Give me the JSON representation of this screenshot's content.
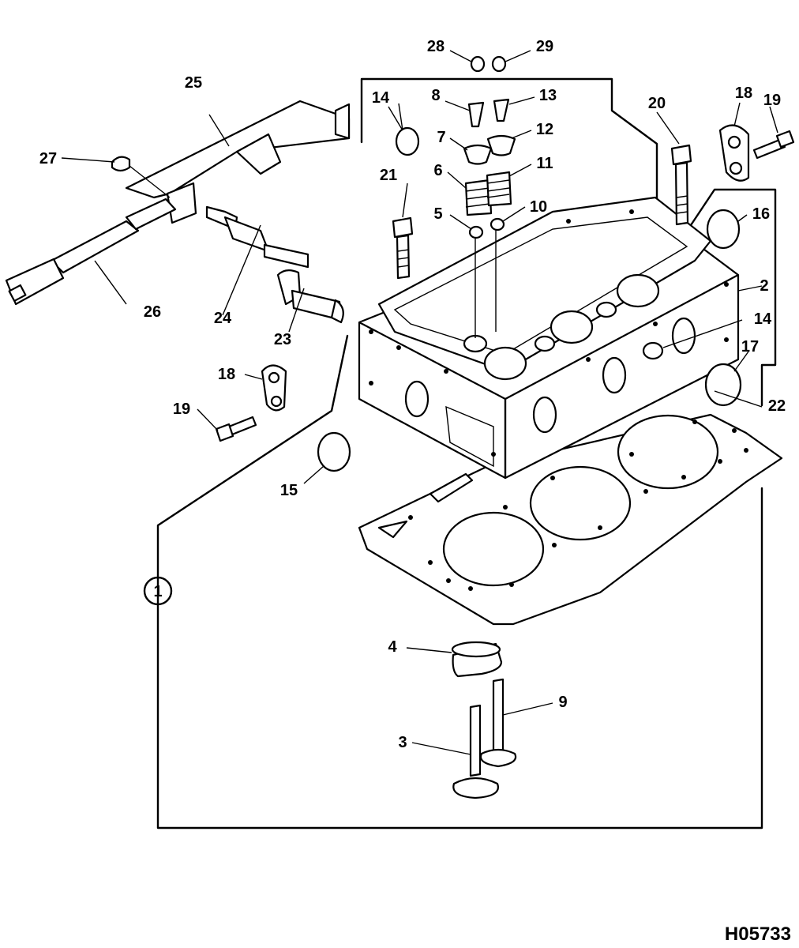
{
  "diagram": {
    "reference_code": "H05733",
    "group_marker": "1",
    "callouts": [
      "2",
      "3",
      "4",
      "5",
      "6",
      "7",
      "8",
      "9",
      "10",
      "11",
      "12",
      "13",
      "14",
      "14",
      "15",
      "16",
      "17",
      "18",
      "18",
      "19",
      "19",
      "20",
      "21",
      "22",
      "23",
      "24",
      "25",
      "26",
      "27",
      "28",
      "29"
    ]
  }
}
